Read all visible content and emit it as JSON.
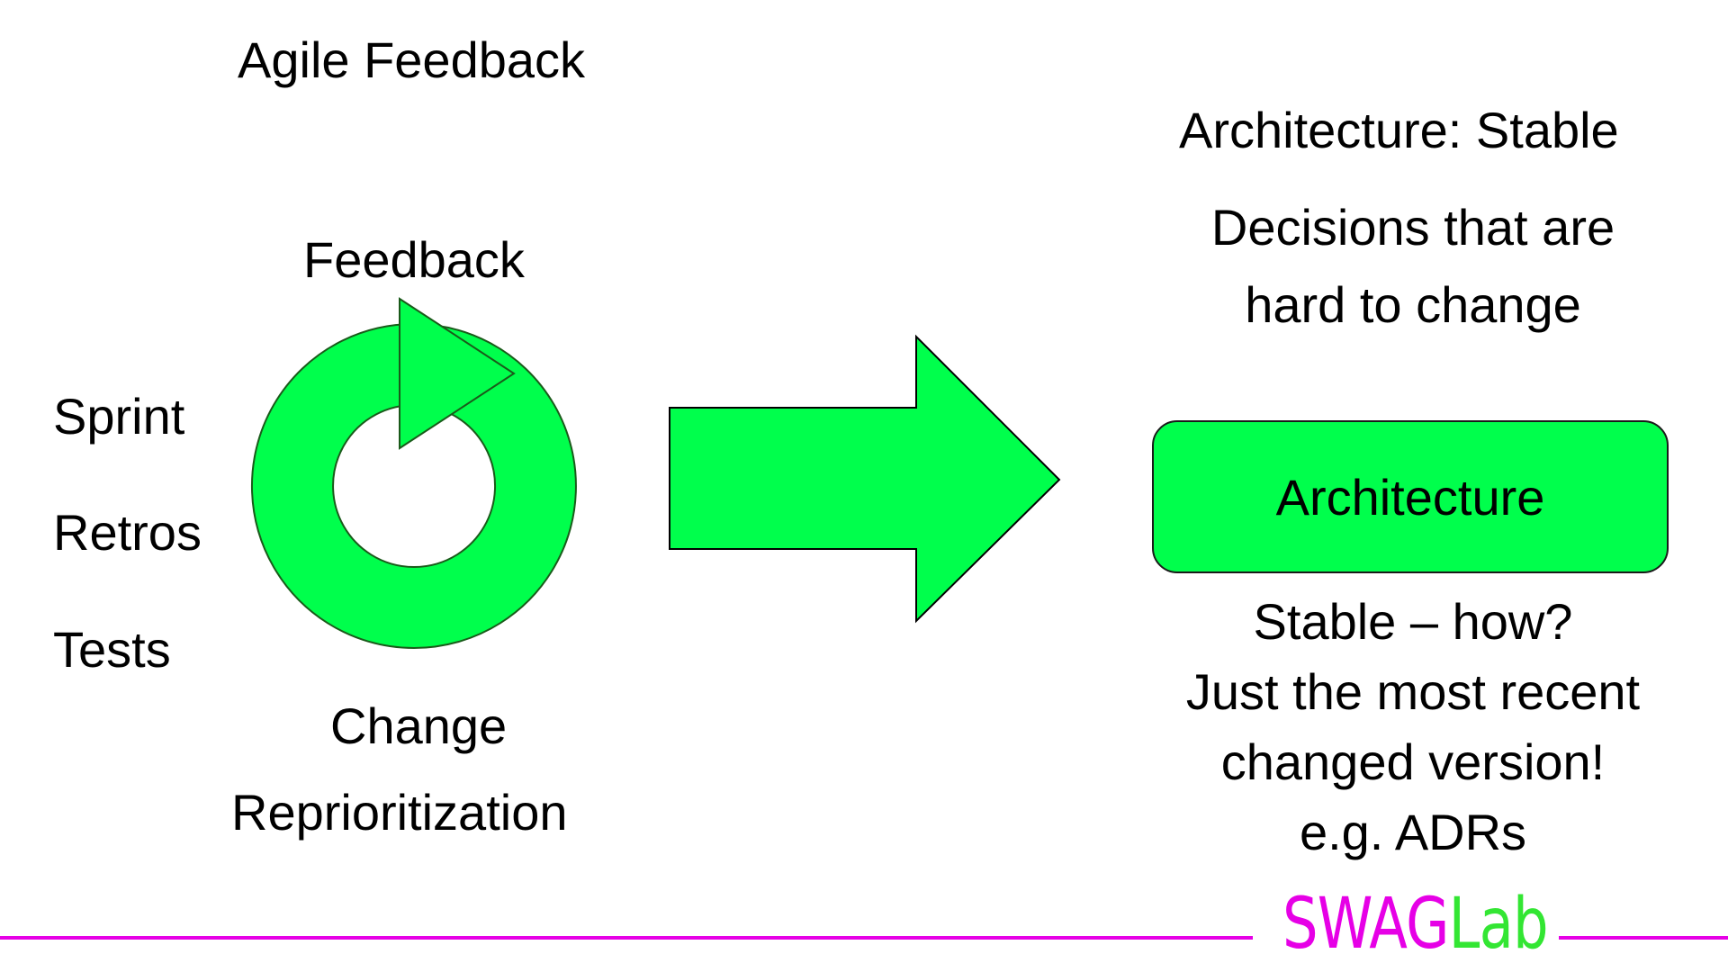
{
  "slide": {
    "title": "Agile Feedback"
  },
  "loop": {
    "top_label": "Feedback",
    "left_labels": [
      "Sprint",
      "Retros",
      "Tests"
    ],
    "bottom_labels": [
      "Change",
      "Reprioritization"
    ]
  },
  "right": {
    "heading": "Architecture: Stable",
    "sub_lines": [
      "Decisions that are",
      "hard to change"
    ],
    "box_label": "Architecture",
    "notes": [
      "Stable – how?",
      "Just the most recent",
      "changed version!",
      "e.g. ADRs"
    ]
  },
  "footer": {
    "logo_part1": "SWAG",
    "logo_part2": "Lab"
  },
  "colors": {
    "shape_fill": "#00ff4c",
    "footer_line": "#e600e6",
    "logo_swag": "#e600e6",
    "logo_lab": "#33e633"
  }
}
